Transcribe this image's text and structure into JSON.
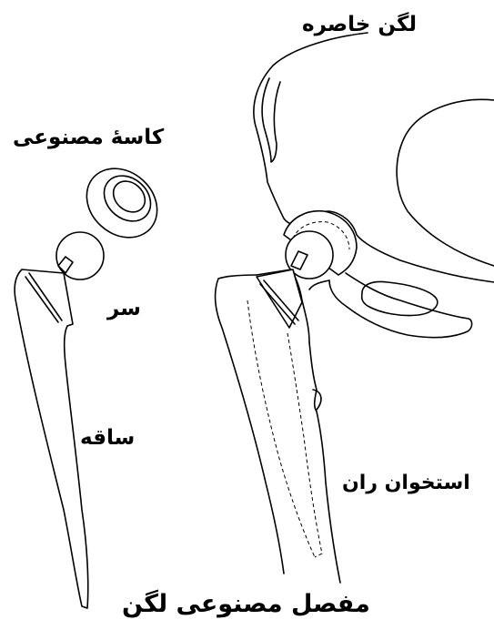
{
  "labels": {
    "pelvis": "لگن خاصره",
    "cup": "کاسهٔ مصنوعی",
    "head": "سر",
    "stem": "ساقه",
    "femur": "استخوان ران",
    "title": "مفصل مصنوعی لگن"
  }
}
